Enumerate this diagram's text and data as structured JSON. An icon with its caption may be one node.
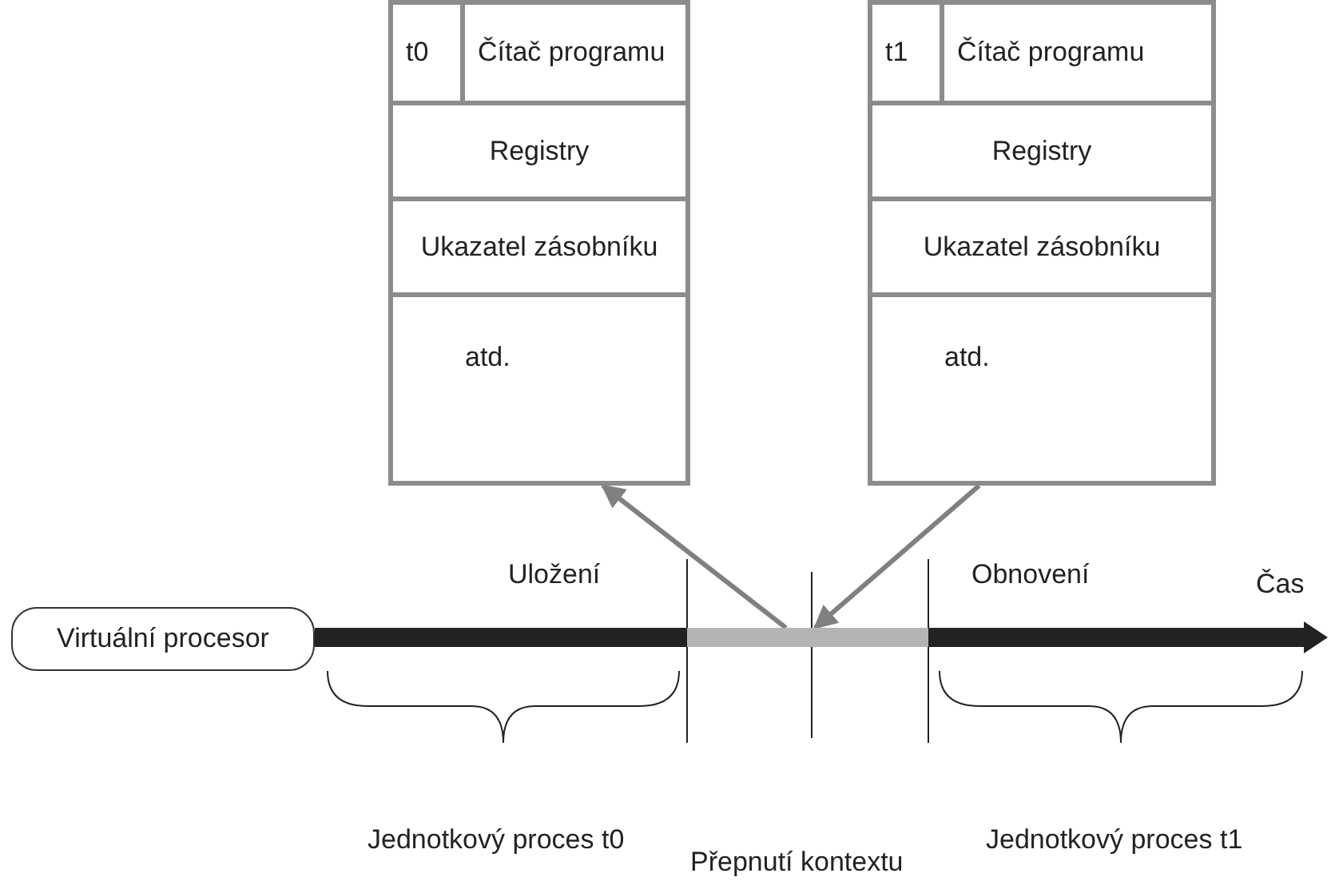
{
  "diagram": {
    "nodes": [
      {
        "text": [],
        "shape": "box"
      },
      {
        "text": [
          "t0"
        ],
        "in": 0
      },
      {
        "text": [
          "Čítač programu"
        ],
        "in": 0
      },
      {
        "text": [
          "Registry"
        ],
        "in": 0
      },
      {
        "text": [
          "Ukazatel zásobníku"
        ],
        "in": 0
      },
      {
        "text": [
          "atd."
        ],
        "in": 0
      },
      {
        "text": [],
        "shape": "box"
      },
      {
        "text": [
          "t1"
        ],
        "in": 6
      },
      {
        "text": [
          "Čítač programu"
        ],
        "in": 6
      },
      {
        "text": [
          "Registry"
        ],
        "in": 6
      },
      {
        "text": [
          "Ukazatel zásobníku"
        ],
        "in": 6
      },
      {
        "text": [
          "atd."
        ],
        "in": 6
      },
      {
        "text": [
          "Virtuální procesor"
        ]
      },
      {
        "text": [],
        "shape": "bar"
      },
      {
        "text": [],
        "shape": "bar"
      },
      {
        "text": [],
        "shape": "bar"
      }
    ],
    "edges": [
      {
        "from": 14,
        "to": 0,
        "arrow": "to",
        "label": "Uložení"
      },
      {
        "from": 6,
        "to": 14,
        "arrow": "to",
        "label": "Obnovení"
      }
    ],
    "labels": [
      "Čas",
      "Jednotkový proces t0",
      "Přepnutí kontextu",
      "Jednotkový proces t1"
    ]
  }
}
